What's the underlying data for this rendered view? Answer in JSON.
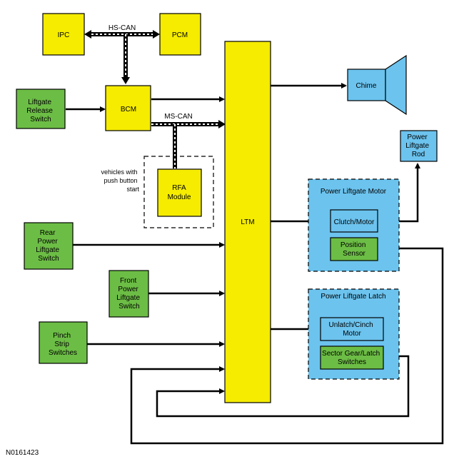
{
  "colors": {
    "yellow_module": "#f5ec00",
    "green_switch": "#6cbd45",
    "blue_component": "#6cc3ee",
    "outline": "#000000"
  },
  "buses": {
    "hs_can": "HS-CAN",
    "ms_can": "MS-CAN"
  },
  "modules": {
    "ipc": "IPC",
    "pcm": "PCM",
    "bcm": "BCM",
    "rfa": [
      "RFA",
      "Module"
    ],
    "ltm": "LTM"
  },
  "switches": {
    "liftgate_release": [
      "Liftgate",
      "Release",
      "Switch"
    ],
    "rear_power_liftgate": [
      "Rear",
      "Power",
      "Liftgate",
      "Switch"
    ],
    "front_power_liftgate": [
      "Front",
      "Power",
      "Liftgate",
      "Switch"
    ],
    "pinch_strip": [
      "Pinch",
      "Strip",
      "Switches"
    ]
  },
  "rfa_note": [
    "vehicles with",
    "push button",
    "start"
  ],
  "outputs": {
    "chime": "Chime",
    "power_liftgate_rod": [
      "Power",
      "Liftgate",
      "Rod"
    ]
  },
  "power_liftgate_motor": {
    "title": "Power Liftgate Motor",
    "clutch_motor": "Clutch/Motor",
    "position_sensor": [
      "Position",
      "Sensor"
    ]
  },
  "power_liftgate_latch": {
    "title": "Power Liftgate Latch",
    "unlatch_cinch_motor": [
      "Unlatch/Cinch",
      "Motor"
    ],
    "sector_gear_latch_switches": [
      "Sector Gear/Latch",
      "Switches"
    ]
  },
  "figure_id": "N0161423"
}
